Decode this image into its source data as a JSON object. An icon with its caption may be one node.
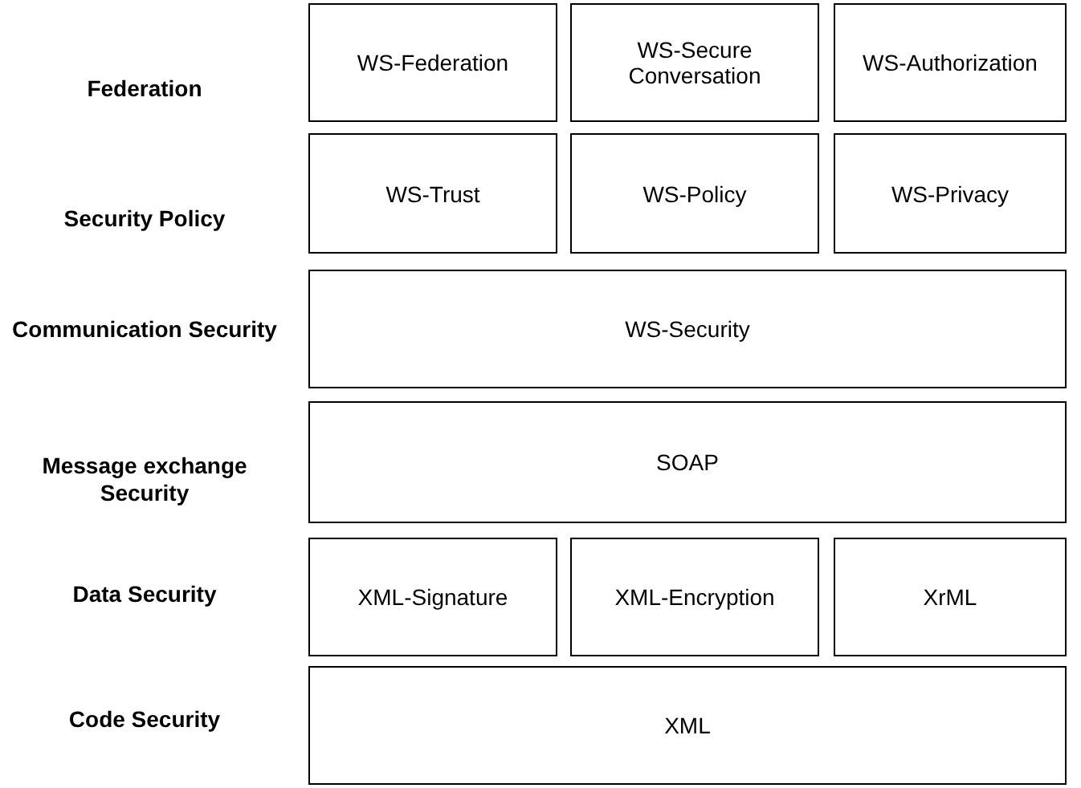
{
  "diagram": {
    "nodes": [
      {
        "text": [
          "WS-Federation"
        ]
      },
      {
        "text": [
          "WS-Secure Conversation"
        ]
      },
      {
        "text": [
          "WS-Authorization"
        ]
      },
      {
        "text": [
          "WS-Trust"
        ]
      },
      {
        "text": [
          "WS-Policy"
        ]
      },
      {
        "text": [
          "WS-Privacy"
        ]
      },
      {
        "text": [
          "WS-Security"
        ]
      },
      {
        "text": [
          "SOAP"
        ]
      },
      {
        "text": [
          "XML-Signature"
        ]
      },
      {
        "text": [
          "XML-Encryption"
        ]
      },
      {
        "text": [
          "XrML"
        ]
      },
      {
        "text": [
          "XML"
        ]
      }
    ],
    "labels": [
      "Federation",
      "Security Policy",
      "Communication Security",
      "Message exchange Security",
      "Data Security",
      "Code Security"
    ]
  }
}
